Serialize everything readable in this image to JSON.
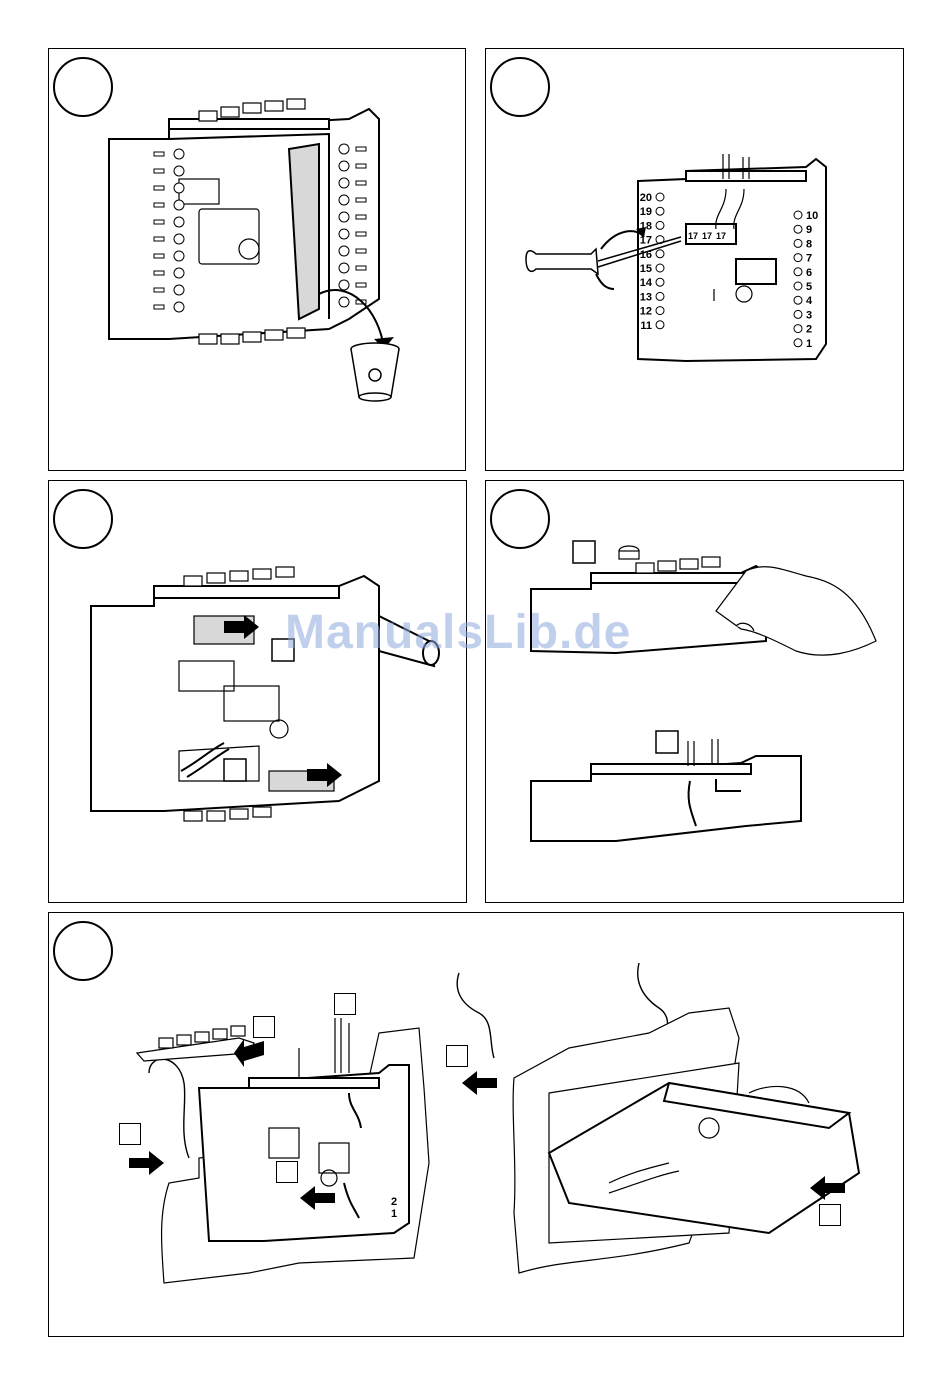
{
  "watermark": "ManualsLib.de",
  "colors": {
    "line": "#000000",
    "fill": "#ffffff",
    "arrow": "#000000",
    "shade": "#d8d8d8",
    "watermark": "#8caadc"
  },
  "panel2": {
    "left_terminals": [
      "20",
      "19",
      "18",
      "17",
      "16",
      "15",
      "14",
      "13",
      "12",
      "11"
    ],
    "right_terminals": [
      "10",
      "9",
      "8",
      "7",
      "6",
      "5",
      "4",
      "3",
      "2",
      "1"
    ],
    "inner_labels": [
      "17",
      "17",
      "17"
    ]
  },
  "panel5": {
    "terminals": [
      "2",
      "1"
    ]
  },
  "icons": {
    "trash": "trash-can-icon",
    "arrow": "arrow-icon",
    "screwdriver": "screwdriver-icon",
    "hand": "hand-icon",
    "rotate": "rotate-arrow-icon"
  }
}
